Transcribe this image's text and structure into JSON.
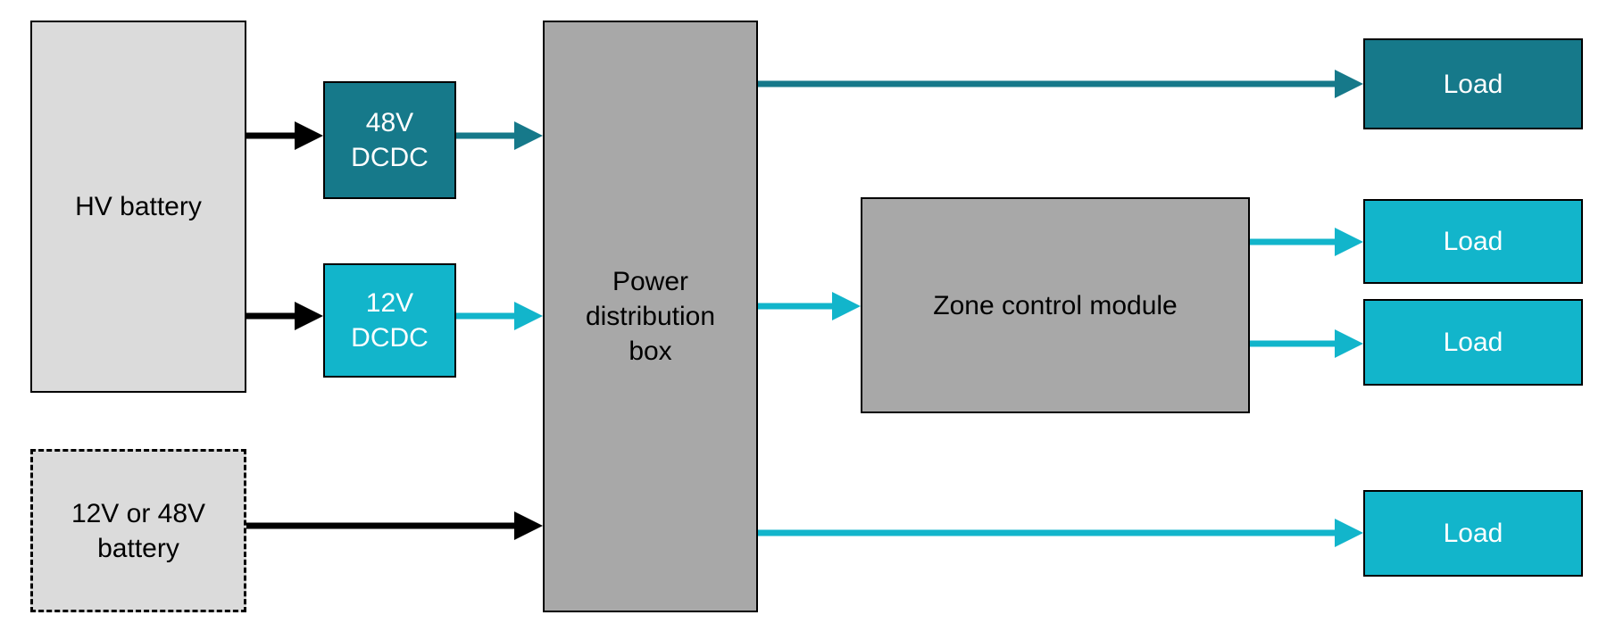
{
  "colors": {
    "dark_teal": "#16798a",
    "cyan": "#12b5cb",
    "module_gray": "#a8a8a8",
    "battery_gray": "#dbdbdb",
    "arrow_black": "#000000"
  },
  "nodes": {
    "hv_battery": {
      "label": "HV battery"
    },
    "lv_battery": {
      "label": "12V or 48V\nbattery"
    },
    "dcdc_48v": {
      "label": "48V\nDCDC"
    },
    "dcdc_12v": {
      "label": "12V\nDCDC"
    },
    "power_distribution_box": {
      "label": "Power distribution box"
    },
    "zone_control_module": {
      "label": "Zone control module"
    }
  },
  "loads": [
    {
      "label": "Load",
      "color": "dark_teal"
    },
    {
      "label": "Load",
      "color": "cyan"
    },
    {
      "label": "Load",
      "color": "cyan"
    },
    {
      "label": "Load",
      "color": "cyan"
    }
  ],
  "connections": [
    {
      "from": "hv_battery",
      "to": "dcdc_48v",
      "color": "arrow_black"
    },
    {
      "from": "dcdc_48v",
      "to": "power_distribution_box",
      "color": "dark_teal"
    },
    {
      "from": "hv_battery",
      "to": "dcdc_12v",
      "color": "arrow_black"
    },
    {
      "from": "dcdc_12v",
      "to": "power_distribution_box",
      "color": "cyan"
    },
    {
      "from": "lv_battery",
      "to": "power_distribution_box",
      "color": "arrow_black"
    },
    {
      "from": "power_distribution_box",
      "to": "load_1",
      "color": "dark_teal"
    },
    {
      "from": "power_distribution_box",
      "to": "zone_control_module",
      "color": "cyan"
    },
    {
      "from": "zone_control_module",
      "to": "load_2",
      "color": "cyan"
    },
    {
      "from": "zone_control_module",
      "to": "load_3",
      "color": "cyan"
    },
    {
      "from": "power_distribution_box",
      "to": "load_4",
      "color": "cyan"
    }
  ]
}
